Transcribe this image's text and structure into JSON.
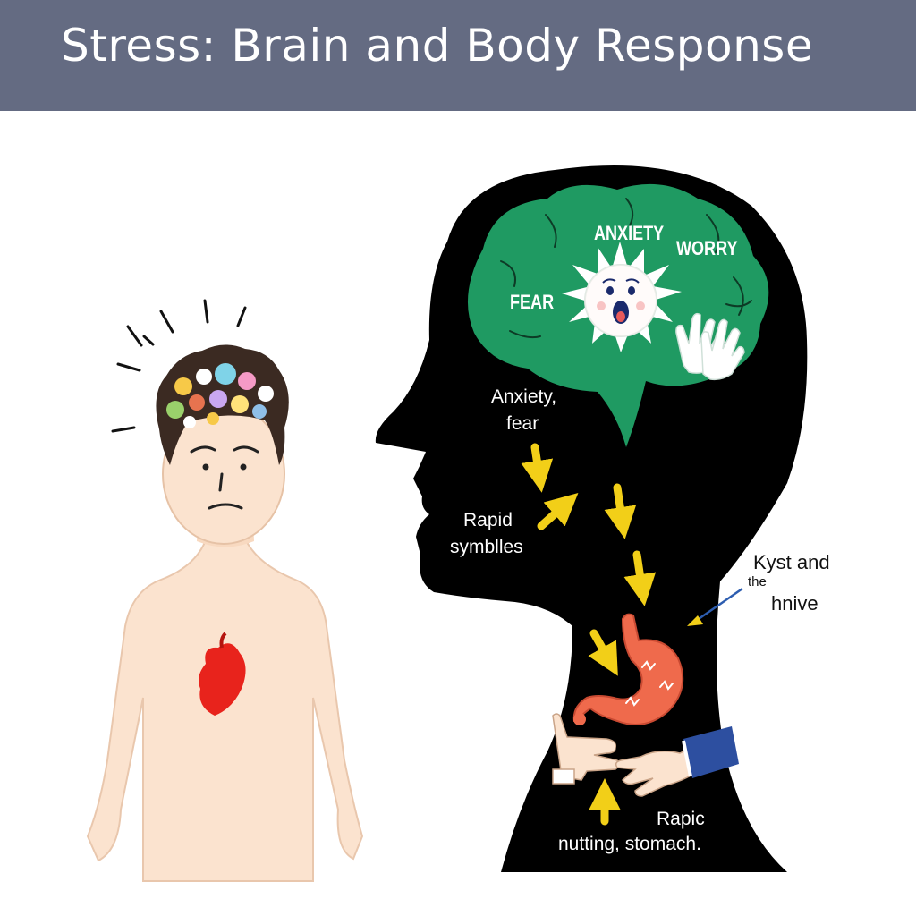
{
  "title": "Stress: Brain and Body Response",
  "brain_words": {
    "anxiety": "ANXIETY",
    "worry": "WORRY",
    "fear": "FEAR"
  },
  "labels": {
    "anxiety_fear_line1": "Anxiety,",
    "anxiety_fear_line2": "fear",
    "rapid_symbles_line1": "Rapid",
    "rapid_symbles_line2": "symblles",
    "kyst_line1": "Kyst and",
    "kyst_line2": "the",
    "kyst_line3": "hnive",
    "rapic_line1": "Rapic",
    "rapic_line2": "nutting, stomach."
  },
  "colors": {
    "header_bg": "#646b82",
    "silhouette": "#000000",
    "brain_green": "#1f9a62",
    "arrow_yellow": "#f2cf18",
    "heart_red": "#e8231c",
    "stomach": "#ef6a4c",
    "skin": "#fbe3cf"
  }
}
